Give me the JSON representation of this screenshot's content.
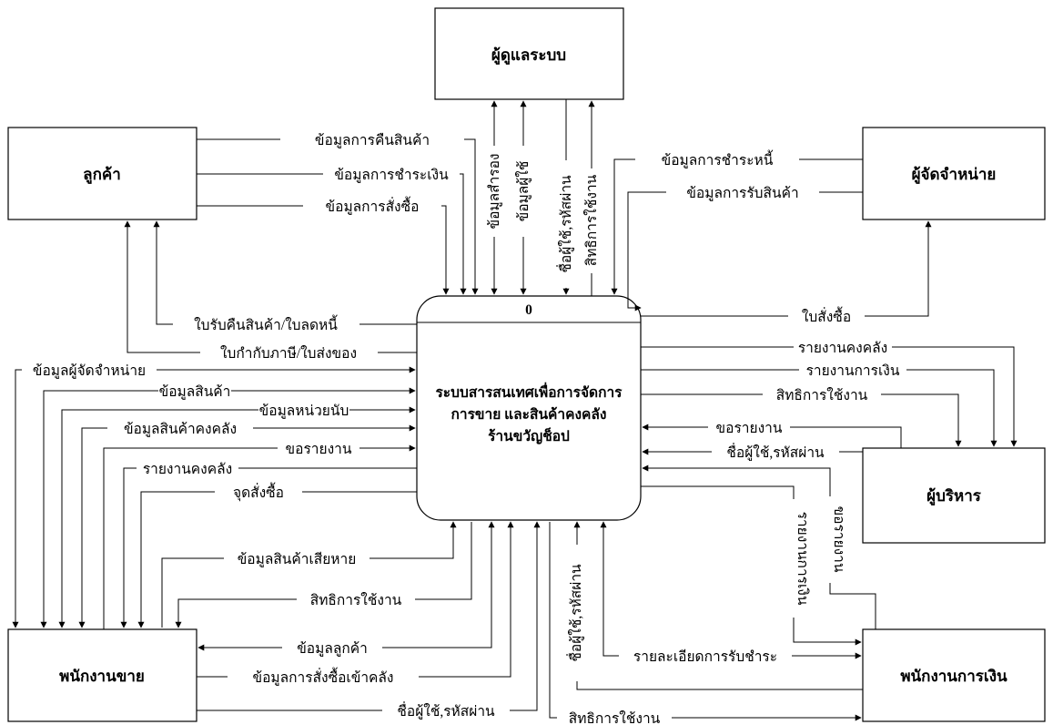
{
  "entities": {
    "admin": "ผู้ดูแลระบบ",
    "customer": "ลูกค้า",
    "supplier": "ผู้จัดจำหน่าย",
    "executive": "ผู้บริหาร",
    "sales_staff": "พนักงานขาย",
    "finance_staff": "พนักงานการเงิน"
  },
  "process": {
    "number": "0",
    "name_line1": "ระบบสารสนเทศเพื่อการจัดการ",
    "name_line2": "การขาย และสินค้าคงคลัง",
    "name_line3": "ร้านขวัญช็อป"
  },
  "flows": {
    "customer_return_data": "ข้อมูลการคืนสินค้า",
    "customer_payment_data": "ข้อมูลการชำระเงิน",
    "customer_order_data": "ข้อมูลการสั่งซื้อ",
    "return_receipt_credit_note": "ใบรับคืนสินค้า/ใบลดหนี้",
    "tax_invoice_delivery_note": "ใบกำกับภาษี/ใบส่งของ",
    "admin_backup_data": "ข้อมูลสำรอง",
    "admin_user_data": "ข้อมูลผู้ใช้",
    "admin_login": "ชื่อผู้ใช้,รหัสผ่าน",
    "admin_permission": "สิทธิการใช้งาน",
    "supplier_debt_payment": "ข้อมูลการชำระหนี้",
    "supplier_receive_goods": "ข้อมูลการรับสินค้า",
    "purchase_order": "ใบสั่งซื้อ",
    "exec_inventory_report": "รายงานคงคลัง",
    "exec_finance_report": "รายงานการเงิน",
    "exec_permission": "สิทธิการใช้งาน",
    "exec_request_report": "ขอรายงาน",
    "exec_login": "ชื่อผู้ใช้,รหัสผ่าน",
    "sales_supplier_data": "ข้อมูลผู้จัดจำหน่าย",
    "sales_product_data": "ข้อมูลสินค้า",
    "sales_unit_data": "ข้อมูลหน่วยนับ",
    "sales_stock_data": "ข้อมูลสินค้าคงคลัง",
    "sales_request_report": "ขอรายงาน",
    "sales_inventory_report": "รายงานคงคลัง",
    "sales_reorder_point": "จุดสั่งซื้อ",
    "sales_damaged_goods": "ข้อมูลสินค้าเสียหาย",
    "sales_permission": "สิทธิการใช้งาน",
    "sales_customer_data": "ข้อมูลลูกค้า",
    "sales_stock_order": "ข้อมูลการสั่งซื้อเข้าคลัง",
    "sales_login": "ชื่อผู้ใช้,รหัสผ่าน",
    "finance_login": "ชื่อผู้ใช้,รหัสผ่าน",
    "finance_payment_detail": "รายละเอียดการรับชำระ",
    "finance_permission": "สิทธิการใช้งาน",
    "finance_report": "รายงานการเงิน",
    "finance_request_report": "ขอรายงาน"
  }
}
